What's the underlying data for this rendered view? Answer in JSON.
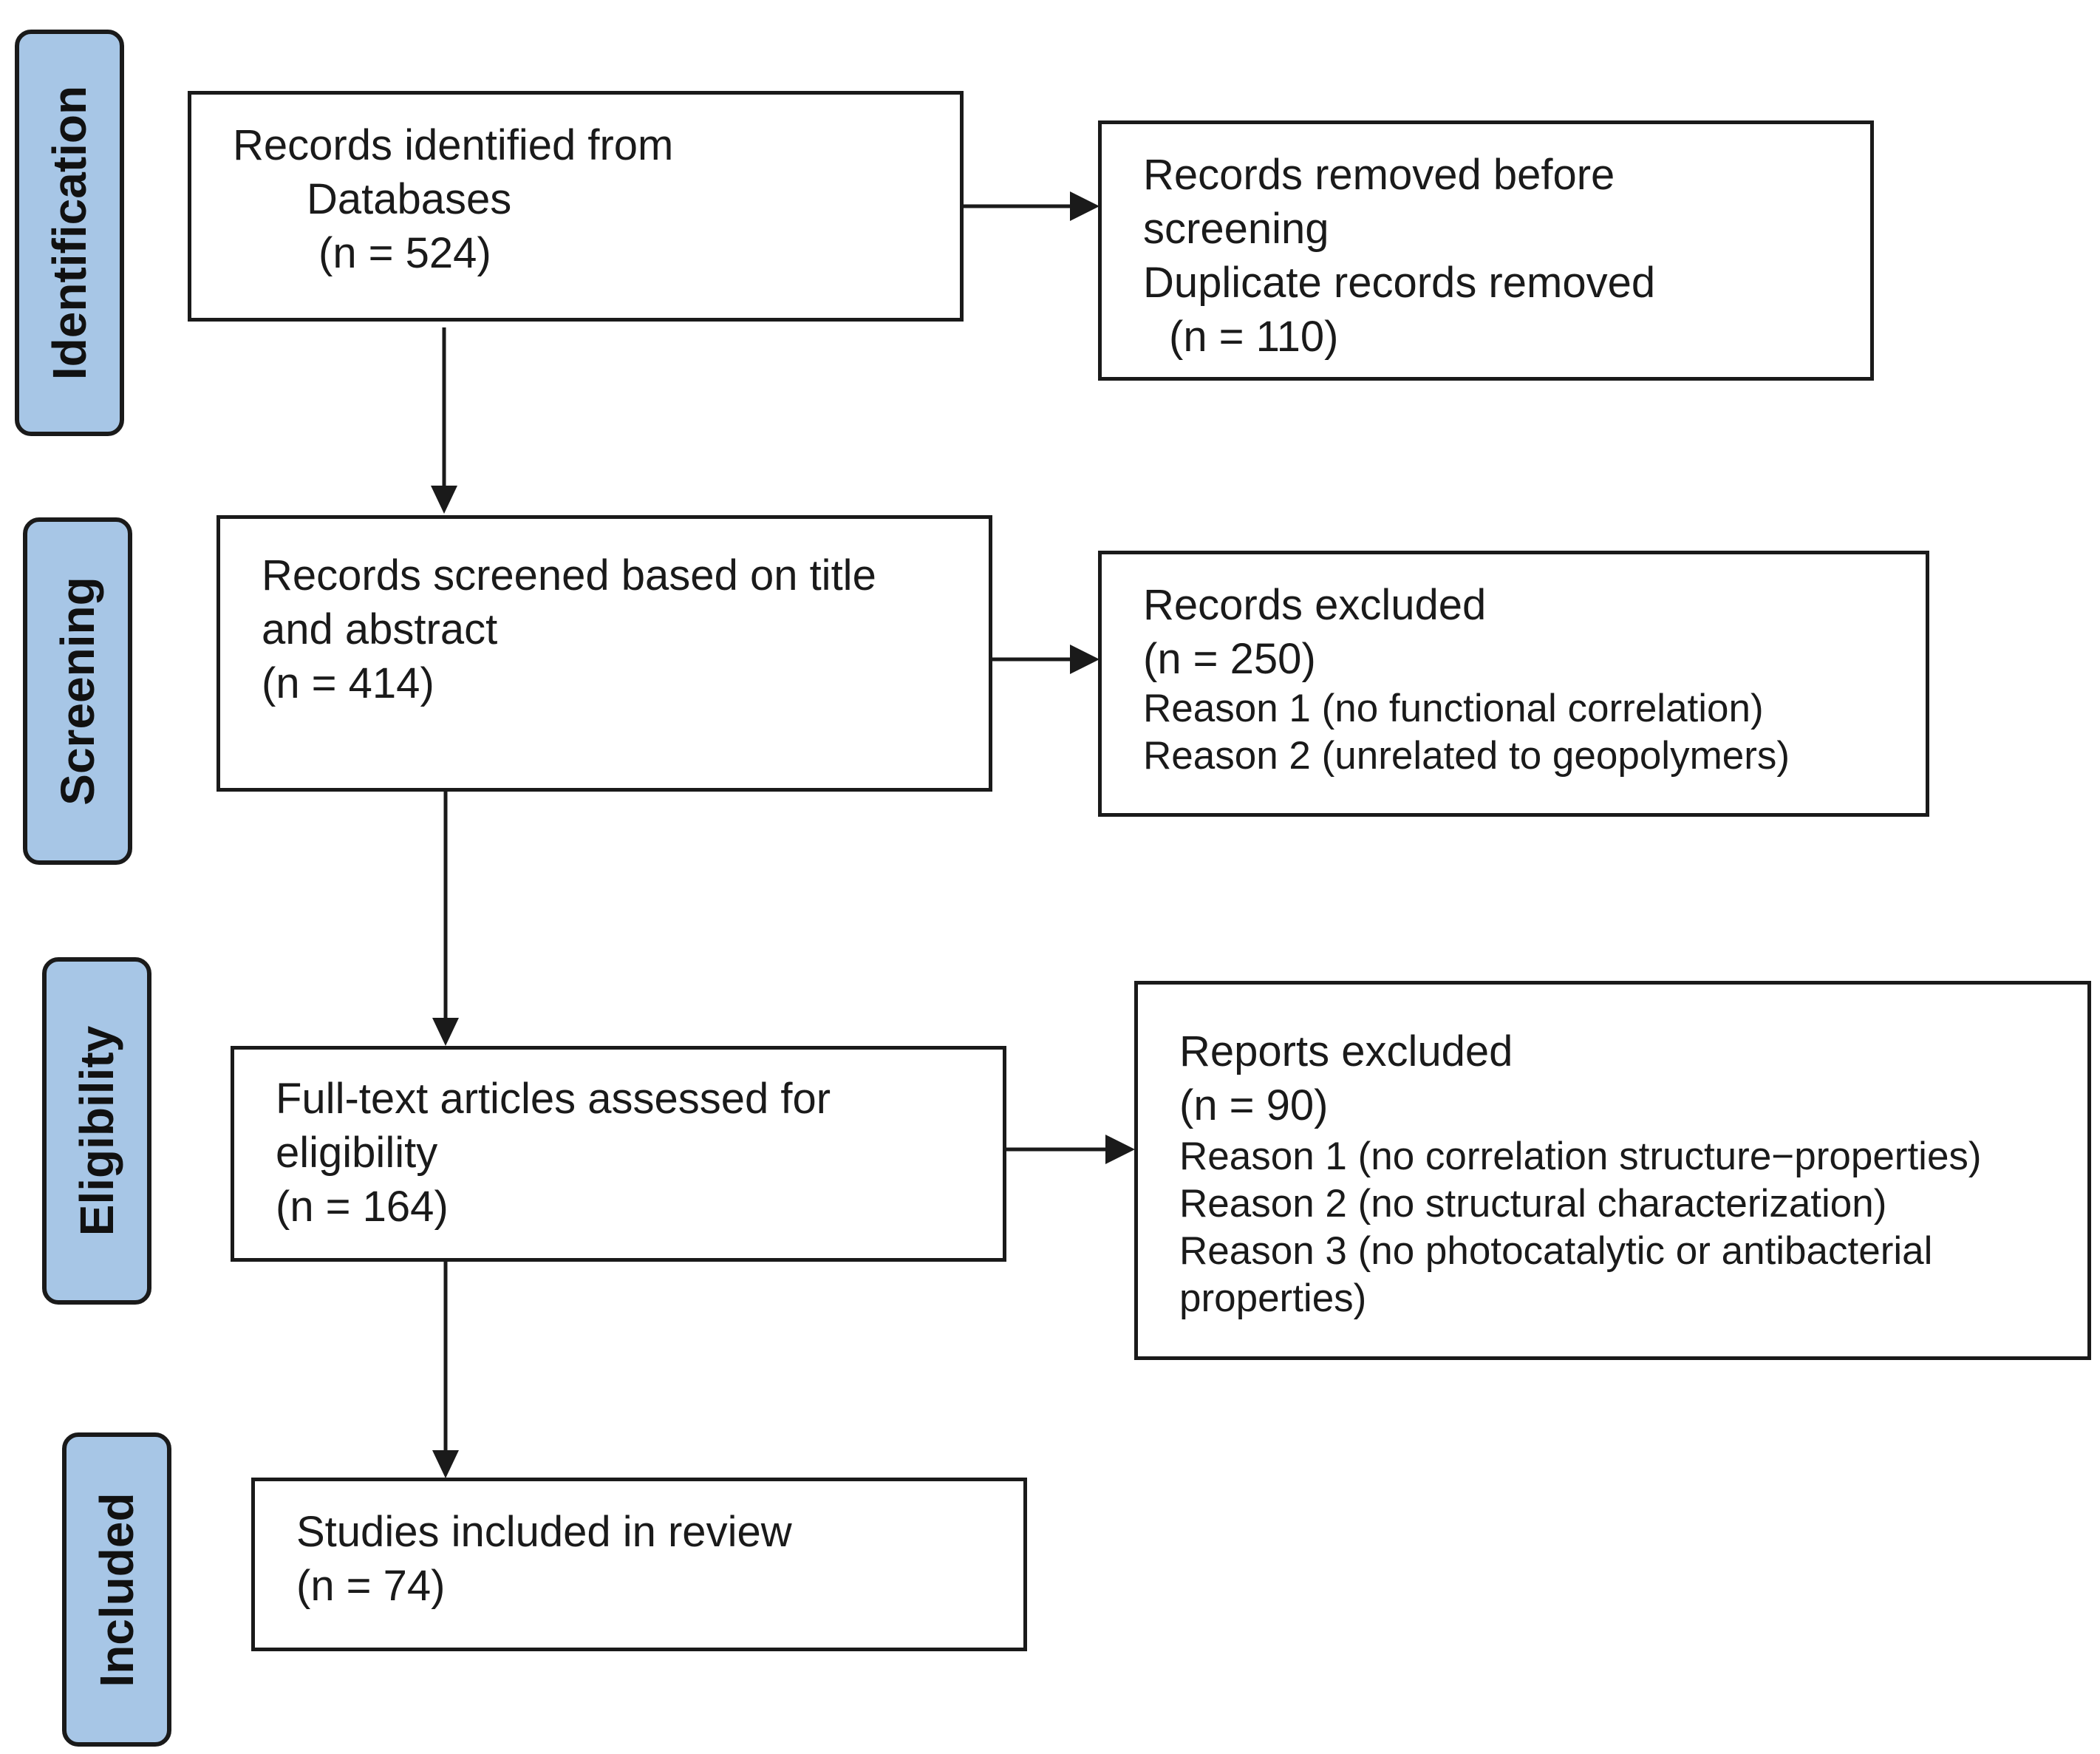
{
  "stages": {
    "identification": "Identification",
    "screening": "Screening",
    "eligibility": "Eligibility",
    "included": "Included"
  },
  "identified": {
    "line1": "Records identified from",
    "line2": "Databases",
    "line3": "(n = 524)"
  },
  "removed": {
    "line1": "Records removed before",
    "line2": "screening",
    "line3": "Duplicate records removed",
    "line4": "(n = 110)"
  },
  "screened": {
    "line1": "Records screened based on title",
    "line2": "and abstract",
    "line3": "(n = 414)"
  },
  "excluded": {
    "line1": "Records excluded",
    "line2": "(n = 250)",
    "line3": "Reason 1 (no functional correlation)",
    "line4": "Reason 2 (unrelated to geopolymers)"
  },
  "assessed": {
    "line1": "Full-text articles assessed for",
    "line2": "eligibility",
    "line3": "(n = 164)"
  },
  "reports_excluded": {
    "line1": "Reports excluded",
    "line2": "(n = 90)",
    "line3": "Reason 1 (no correlation structure−properties)",
    "line4": "Reason 2 (no structural characterization)",
    "line5": "Reason 3 (no photocatalytic or antibacterial",
    "line6": "properties)"
  },
  "included_box": {
    "line1": "Studies included in review",
    "line2": "(n = 74)"
  }
}
